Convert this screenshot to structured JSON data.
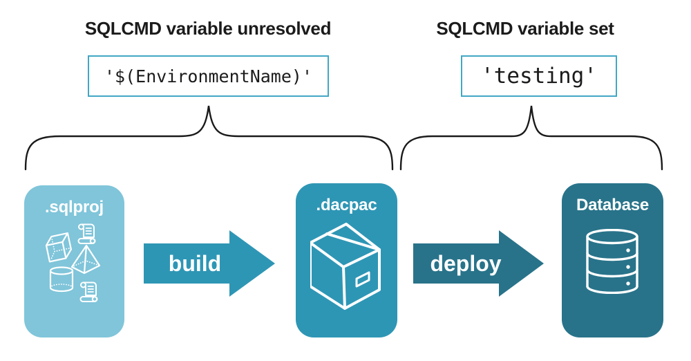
{
  "annotations": {
    "left": {
      "heading": "SQLCMD variable unresolved",
      "code": "'$(EnvironmentName)'"
    },
    "right": {
      "heading": "SQLCMD variable set",
      "code": "'testing'"
    }
  },
  "pipeline": {
    "stages": [
      {
        "label": ".sqlproj",
        "icon": "sql-project-objects-icon",
        "color": "#80C5DA",
        "sub_icons": [
          "scroll-icon",
          "cube-icon",
          "pyramid-icon",
          "cylinder-icon",
          "scroll-icon"
        ]
      },
      {
        "label": ".dacpac",
        "icon": "package-box-icon",
        "color": "#2E96B5"
      },
      {
        "label": "Database",
        "icon": "database-stack-icon",
        "color": "#28738A"
      }
    ],
    "arrows": [
      {
        "label": "build",
        "color": "#2E96B5"
      },
      {
        "label": "deploy",
        "color": "#28738A"
      }
    ]
  },
  "colors": {
    "background": "#FFFFFF",
    "heading_text": "#1B1B1B",
    "code_text": "#1B1B1B",
    "code_box_border": "#41A7C4",
    "brace_stroke": "#1A1A1A",
    "card_label_text": "#FFFFFF",
    "icon_stroke": "#FFFFFF"
  }
}
